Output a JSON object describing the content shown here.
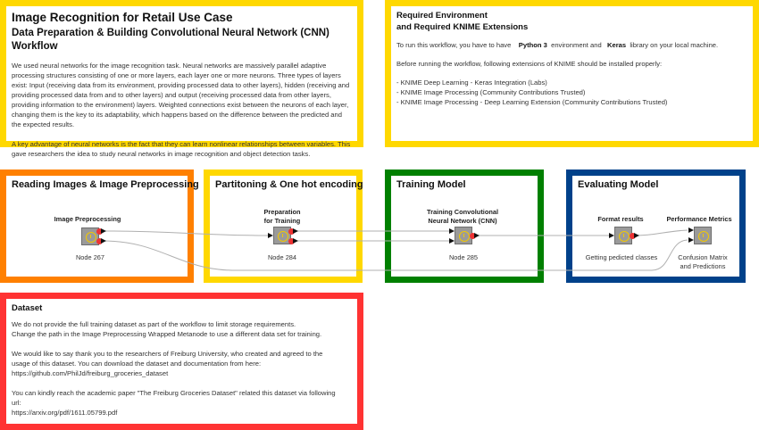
{
  "intro": {
    "title": "Image Recognition for Retail Use Case",
    "subtitle": "Data Preparation & Building Convolutional Neural Network (CNN) Workflow",
    "paragraphs": [
      "We used neural networks for the image recognition task. Neural networks are massively parallel adaptive processing structures consisting of one or more layers, each layer one or more neurons. Three types of layers exist: Input (receiving data from its environment, providing processed data to other layers), hidden (receiving and providing processed data from and to other layers) and output (receiving processed data from other layers, providing information to the environment) layers. Weighted connections exist between the neurons of each layer, changing them is the key to its adaptability, which happens based on the difference between the predicted and the expected results.",
      "A key advantage of neural networks is the fact that they can learn nonlinear relationships between variables. This gave researchers the idea to study neural networks in image recognition and object detection tasks."
    ],
    "border_color": "#ffd800"
  },
  "requirements": {
    "title_line1": "Required Environment",
    "title_line2": "and Required KNIME Extensions",
    "env_prefix": "To run this workflow, you have to have",
    "python": "Python 3",
    "env_middle": "environment and",
    "keras": "Keras",
    "env_suffix": "library on your local machine.",
    "extensions_intro": "Before running the workflow, following extensions of KNIME should be installed properly:",
    "extensions": [
      "- KNIME Deep Learning - Keras Integration (Labs)",
      "- KNIME Image Processing (Community Contributions Trusted)",
      "- KNIME Image Processing - Deep Learning Extension (Community Contributions Trusted)"
    ],
    "border_color": "#ffd800"
  },
  "sections": [
    {
      "title": "Reading Images & Image Preprocessing",
      "border_color": "#ff8000"
    },
    {
      "title": "Partitoning & One hot encoding",
      "border_color": "#ffd800"
    },
    {
      "title": "Training Model",
      "border_color": "#008000"
    },
    {
      "title": "Evaluating Model",
      "border_color": "#00418a"
    }
  ],
  "nodes": [
    {
      "title": "Image Preprocessing",
      "label": "Node 267"
    },
    {
      "title_line1": "Preparation",
      "title_line2": "for Training",
      "label": "Node 284"
    },
    {
      "title_line1": "Training Convolutional",
      "title_line2": "Neural Network (CNN)",
      "label": "Node 285"
    },
    {
      "title": "Format results",
      "label": "Getting pedicted classes"
    },
    {
      "title": "Performance Metrics",
      "label_line1": "Confusion Matrix",
      "label_line2": "and Predictions"
    }
  ],
  "dataset": {
    "title": "Dataset",
    "lines": [
      "We do not provide the full training dataset as part of the workflow to limit storage requirements.",
      "Change the path in the Image Preprocessing Wrapped Metanode to use a different data set for training.",
      "",
      "We would like to say thank you to the researchers of Freiburg University, who created and agreed to the",
      "usage of this dataset. You can download the dataset and documentation from here:",
      "https://github.com/PhilJd/freiburg_groceries_dataset",
      "",
      "You can kindly reach the academic paper \"The Freiburg Groceries Dataset\" related this dataset via following",
      "url:",
      "https://arxiv.org/pdf/1611.05799.pdf"
    ],
    "border_color": "#ff3333"
  }
}
